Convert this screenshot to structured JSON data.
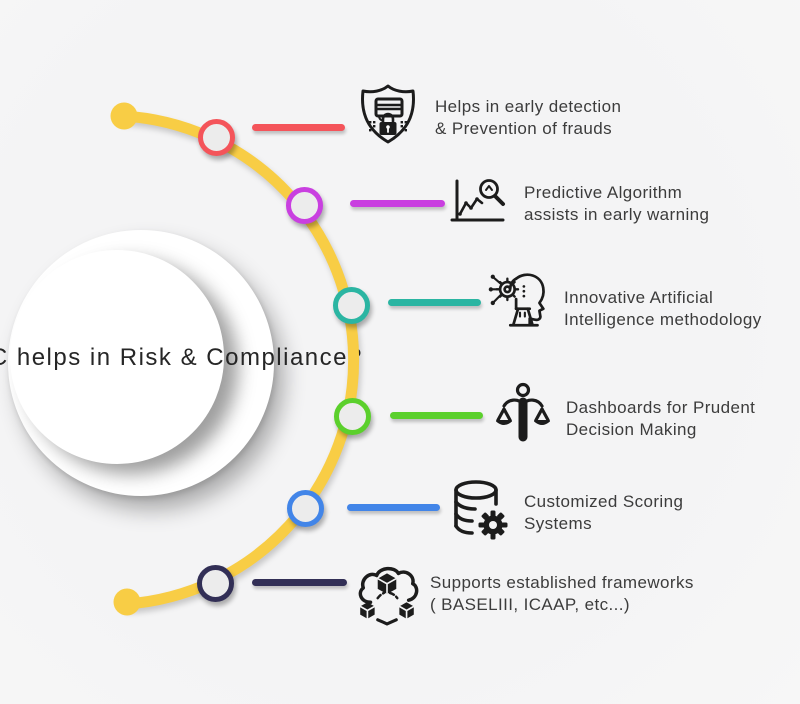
{
  "center": {
    "title_lines": [
      "How eTHIC",
      "helps in Risk &",
      "Compliance?"
    ]
  },
  "timeline": {
    "arc_color": "#F8CD45",
    "node_fill": "#ececec",
    "items": [
      {
        "color": "#F4545A",
        "icon": "shield-card-lock-icon",
        "lines": [
          "Helps in early detection",
          "& Prevention of frauds"
        ]
      },
      {
        "color": "#C93FE0",
        "icon": "chart-magnifier-icon",
        "lines": [
          "Predictive Algorithm",
          "assists in early warning"
        ]
      },
      {
        "color": "#2BB5A2",
        "icon": "ai-head-icon",
        "lines": [
          "Innovative Artificial",
          "Intelligence methodology"
        ]
      },
      {
        "color": "#5BD02C",
        "icon": "scales-person-icon",
        "lines": [
          "Dashboards for Prudent",
          "Decision Making"
        ]
      },
      {
        "color": "#4285E8",
        "icon": "database-gear-icon",
        "lines": [
          "Customized Scoring",
          "Systems"
        ]
      },
      {
        "color": "#322F56",
        "icon": "cloud-blocks-icon",
        "lines": [
          "Supports established frameworks",
          "( BASELIII, ICAAP, etc...)"
        ]
      }
    ]
  }
}
